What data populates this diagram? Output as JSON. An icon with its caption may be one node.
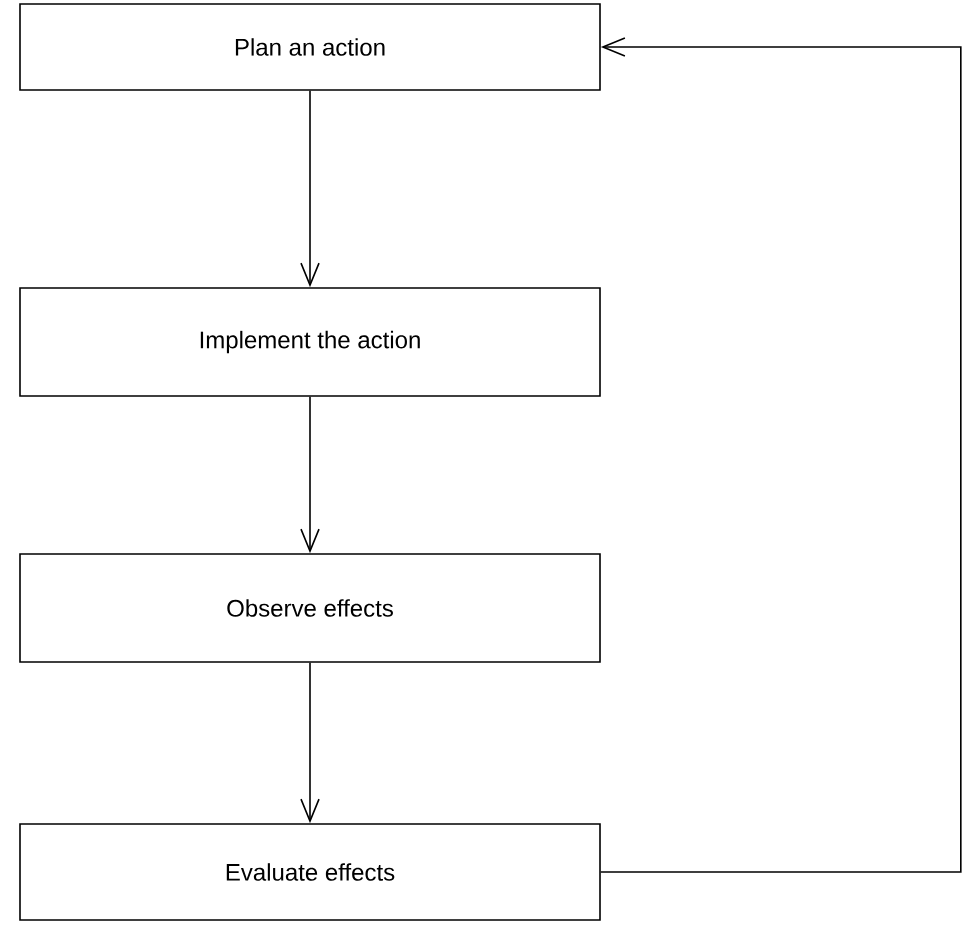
{
  "diagram": {
    "nodes": [
      {
        "text": [
          "Plan an action"
        ]
      },
      {
        "text": [
          "Implement the action"
        ]
      },
      {
        "text": [
          "Observe effects"
        ]
      },
      {
        "text": [
          "Evaluate effects"
        ]
      }
    ],
    "edges": [
      {
        "from": 0,
        "to": 1,
        "arrow": "to"
      },
      {
        "from": 1,
        "to": 2,
        "arrow": "to"
      },
      {
        "from": 2,
        "to": 3,
        "arrow": "to"
      },
      {
        "from": 3,
        "to": 0,
        "arrow": "to"
      }
    ]
  }
}
